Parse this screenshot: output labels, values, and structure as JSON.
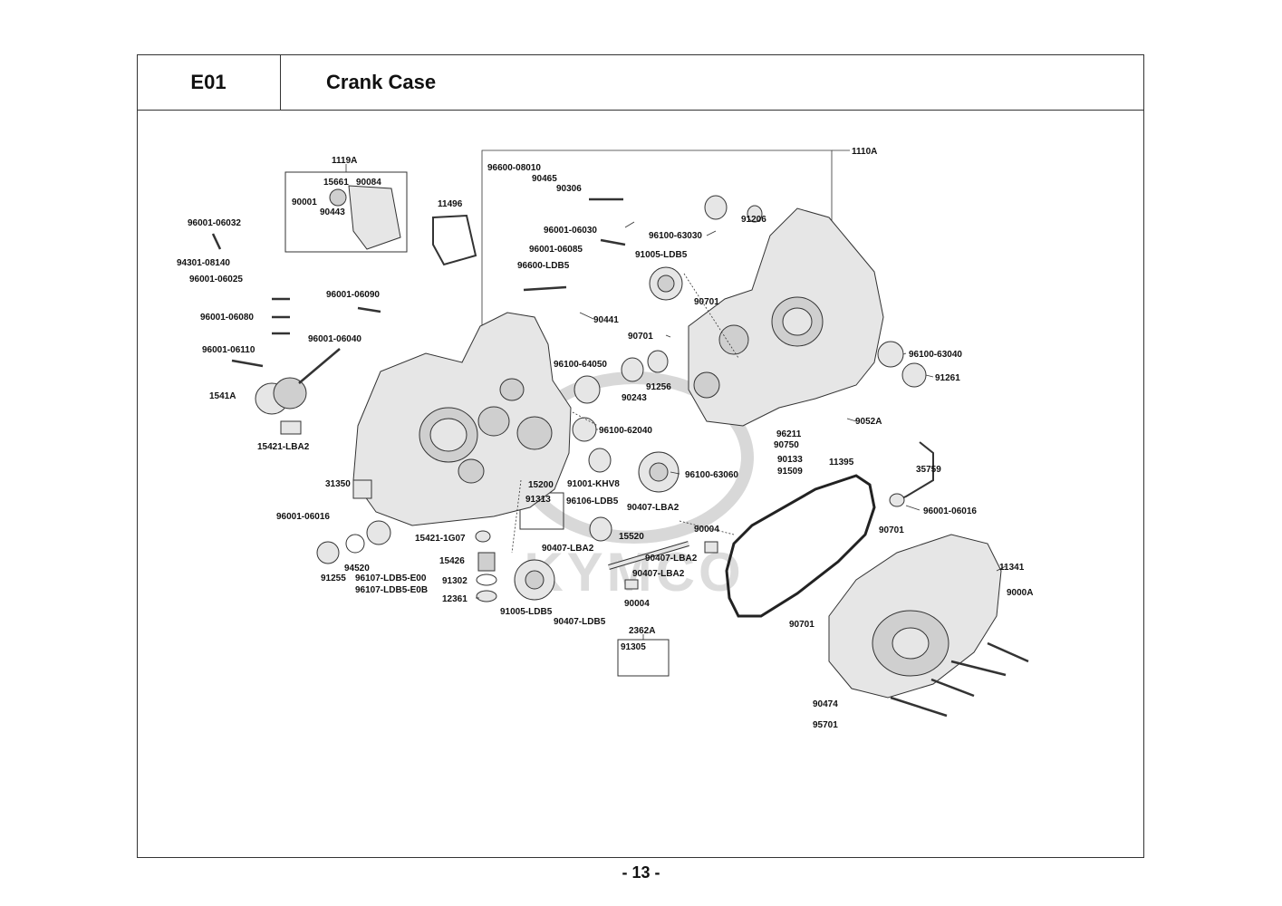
{
  "header": {
    "code": "E01",
    "title": "Crank Case"
  },
  "footer": {
    "page": "- 13 -"
  },
  "watermark": "KYMCO",
  "parts": {
    "p1119A": "1119A",
    "p15661": "15661",
    "p90084": "90084",
    "p90001": "90001",
    "p90443": "90443",
    "p11496": "11496",
    "p96001_06032": "96001-06032",
    "p94301_08140": "94301-08140",
    "p96001_06025": "96001-06025",
    "p96001_06090": "96001-06090",
    "p96001_06080": "96001-06080",
    "p96001_06040": "96001-06040",
    "p96001_06110": "96001-06110",
    "p1541A": "1541A",
    "p15421_LBA2": "15421-LBA2",
    "p31350": "31350",
    "p96001_06016a": "96001-06016",
    "p94520": "94520",
    "p91255": "91255",
    "p96107_E00": "96107-LDB5-E00",
    "p96107_E0B": "96107-LDB5-E0B",
    "p96600_08010": "96600-08010",
    "p90465": "90465",
    "p90306": "90306",
    "p1110A": "1110A",
    "p96001_06030": "96001-06030",
    "p96001_06085": "96001-06085",
    "p96600_LDB5": "96600-LDB5",
    "p90441": "90441",
    "p96100_63030": "96100-63030",
    "p91206": "91206",
    "p91005_LDB5a": "91005-LDB5",
    "p90701a": "90701",
    "p90701b": "90701",
    "p96100_64050": "96100-64050",
    "p90243": "90243",
    "p91256": "91256",
    "p96100_63040": "96100-63040",
    "p91261": "91261",
    "p96100_62040": "96100-62040",
    "p9052A": "9052A",
    "p96211": "96211",
    "p90750": "90750",
    "p90133": "90133",
    "p91509": "91509",
    "p91001_KHV8": "91001-KHV8",
    "p96100_63060": "96100-63060",
    "p15200": "15200",
    "p91313": "91313",
    "p96106_LDB5": "96106-LDB5",
    "p90407_LBA2a": "90407-LBA2",
    "p90004a": "90004",
    "p11395": "11395",
    "p35759": "35759",
    "p96001_06016b": "96001-06016",
    "p90701c": "90701",
    "p15421_1G07": "15421-1G07",
    "p15426": "15426",
    "p91302": "91302",
    "p12361": "12361",
    "p90407_LBA2b": "90407-LBA2",
    "p15520": "15520",
    "p90407_LBA2c": "90407-LBA2",
    "p90407_LBA2d": "90407-LBA2",
    "p90004b": "90004",
    "p91005_LDB5b": "91005-LDB5",
    "p90407_LDB5": "90407-LDB5",
    "p2362A": "2362A",
    "p91305": "91305",
    "p11341": "11341",
    "p9000A": "9000A",
    "p90701d": "90701",
    "p90474": "90474",
    "p95701": "95701"
  }
}
